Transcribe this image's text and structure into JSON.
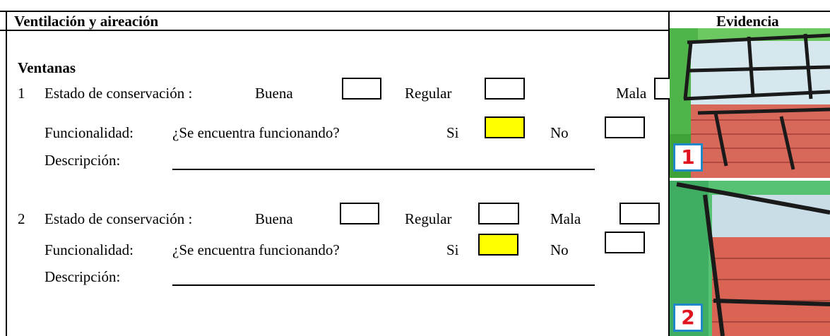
{
  "header": {
    "section_title": "Ventilación y aireación",
    "evidence_title": "Evidencia"
  },
  "subsection": "Ventanas",
  "items": [
    {
      "number": "1",
      "conservation_label": "Estado de conservación :",
      "options": [
        "Buena",
        "Regular",
        "Mala"
      ],
      "functionality_label": "Funcionalidad:",
      "question": "¿Se encuentra funcionando?",
      "yes_label": "Si",
      "no_label": "No",
      "description_label": "Descripción:",
      "functioning_answer": "Si"
    },
    {
      "number": "2",
      "conservation_label": "Estado de conservación :",
      "options": [
        "Buena",
        "Regular",
        "Mala"
      ],
      "functionality_label": "Funcionalidad:",
      "question": "¿Se encuentra funcionando?",
      "yes_label": "Si",
      "no_label": "No",
      "description_label": "Descripción:",
      "functioning_answer": "Si"
    }
  ],
  "evidence": [
    {
      "badge": "1",
      "icon": "window-photo-1"
    },
    {
      "badge": "2",
      "icon": "window-photo-2"
    }
  ],
  "colors": {
    "selected_fill": "#ffff00",
    "badge_border": "#1e88c8",
    "badge_text": "#e0141e"
  }
}
